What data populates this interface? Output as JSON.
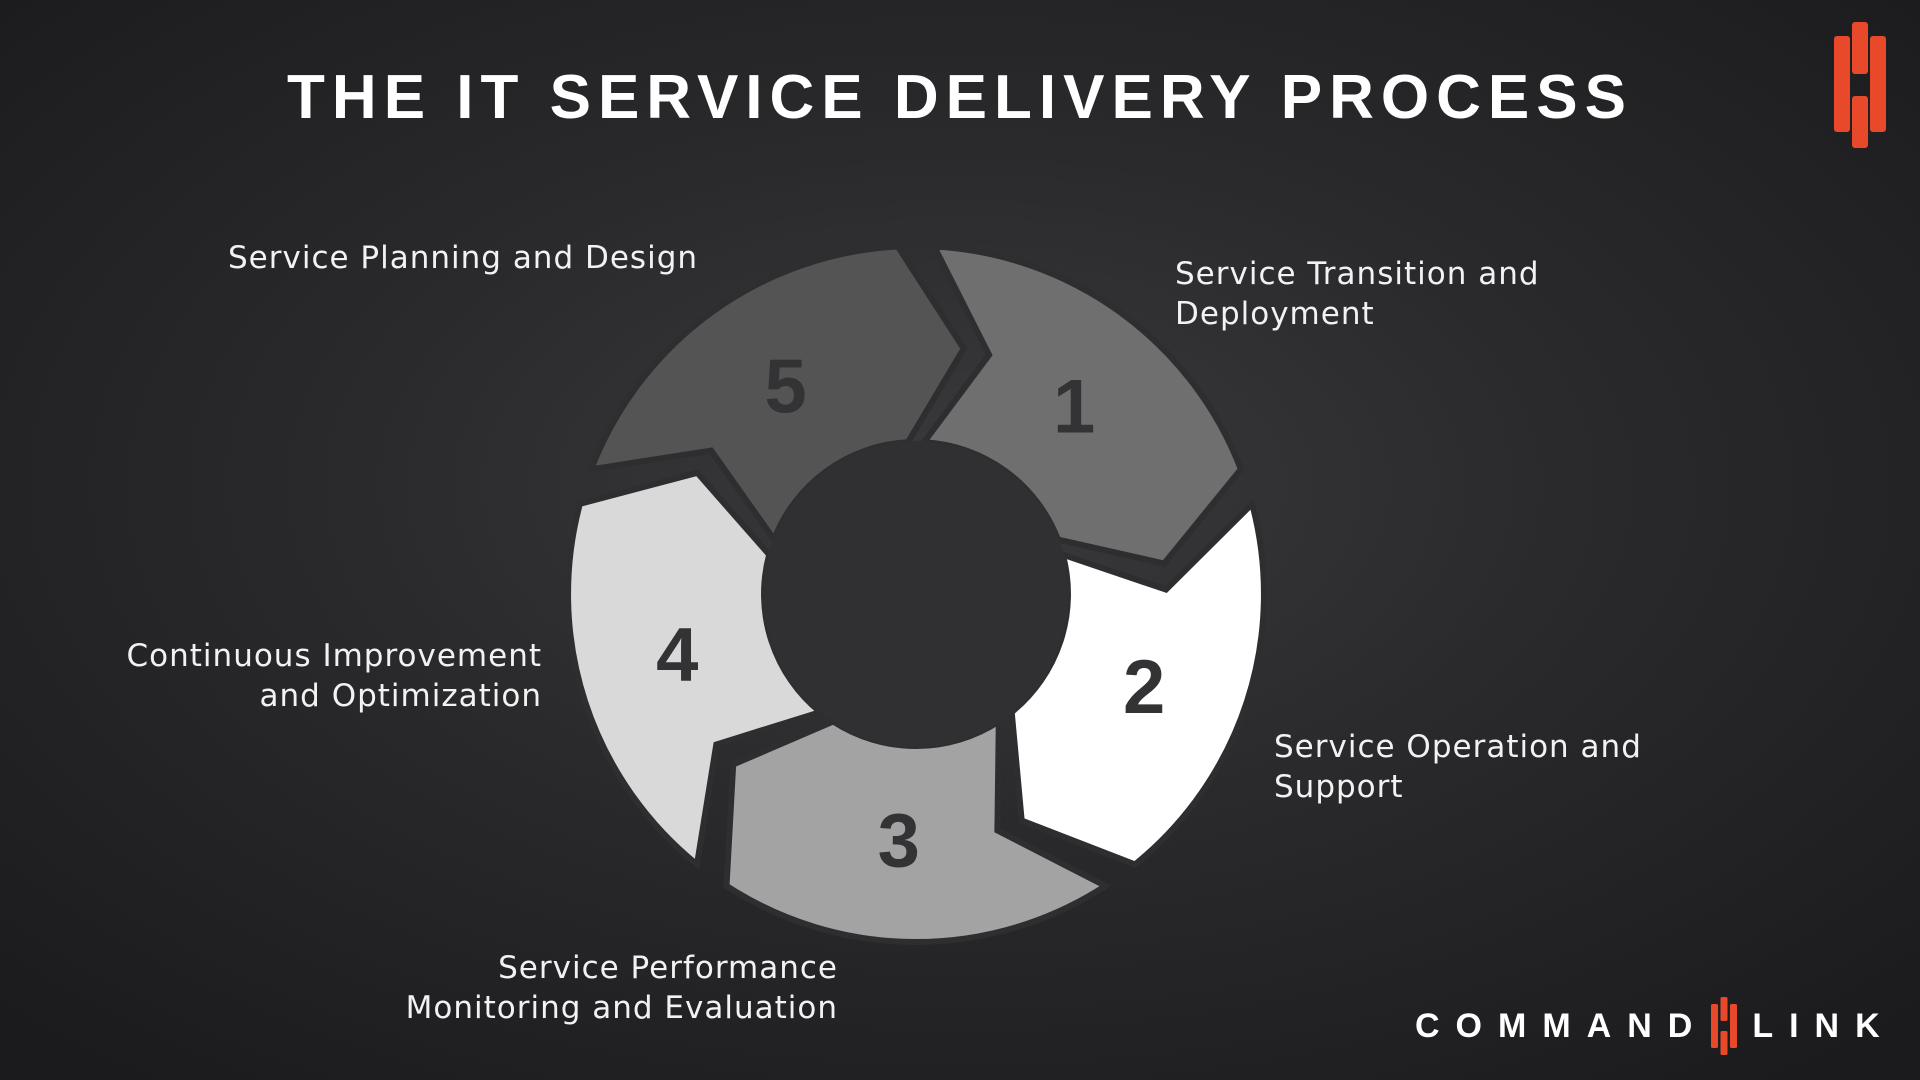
{
  "title": "THE IT SERVICE DELIVERY PROCESS",
  "steps": [
    {
      "number": "1",
      "label_lines": [
        "Service Planning and Design"
      ],
      "color": "#6f6f6f"
    },
    {
      "number": "2",
      "label_lines": [
        "Service Transition and",
        "Deployment"
      ],
      "color": "#ffffff"
    },
    {
      "number": "3",
      "label_lines": [
        "Service Operation and",
        "Support"
      ],
      "color": "#a3a3a3"
    },
    {
      "number": "4",
      "label_lines": [
        "Service Performance",
        "Monitoring and Evaluation"
      ],
      "color": "#d9d9d9"
    },
    {
      "number": "5",
      "label_lines": [
        "Continuous Improvement",
        "and Optimization"
      ],
      "color": "#545454"
    }
  ],
  "brand": {
    "word1": "COMMAND",
    "word2": "LINK",
    "accent_color": "#e8492a"
  },
  "colors": {
    "center_circle": "#303032",
    "segment_number": "#333335"
  }
}
